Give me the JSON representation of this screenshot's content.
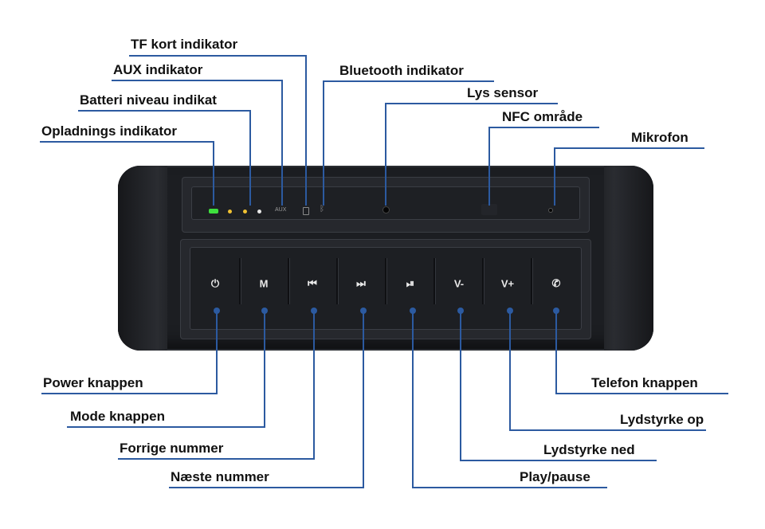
{
  "labels": {
    "tf": "TF kort indikator",
    "aux": "AUX indikator",
    "battery": "Batteri niveau indikat",
    "charging": "Opladnings indikator",
    "bluetooth": "Bluetooth indikator",
    "light": "Lys sensor",
    "nfc": "NFC område",
    "mic": "Mikrofon",
    "power": "Power knappen",
    "mode": "Mode knappen",
    "prev": "Forrige nummer",
    "next": "Næste nummer",
    "phone": "Telefon knappen",
    "volup": "Lydstyrke op",
    "voldown": "Lydstyrke ned",
    "play": "Play/pause"
  },
  "device": {
    "aux_text": "AUX",
    "buttons": [
      {
        "name": "power",
        "glyph": "⏻"
      },
      {
        "name": "mode",
        "glyph": "M"
      },
      {
        "name": "prev",
        "glyph": "⏮"
      },
      {
        "name": "next",
        "glyph": "⏭"
      },
      {
        "name": "play",
        "glyph": "⏯"
      },
      {
        "name": "voldown",
        "glyph": "V-"
      },
      {
        "name": "volup",
        "glyph": "V+"
      },
      {
        "name": "phone",
        "glyph": "✆"
      }
    ]
  },
  "colors": {
    "leader": "#2c5aa0",
    "charging_led": "#3ee03e",
    "battery_led": "#f1c232"
  }
}
